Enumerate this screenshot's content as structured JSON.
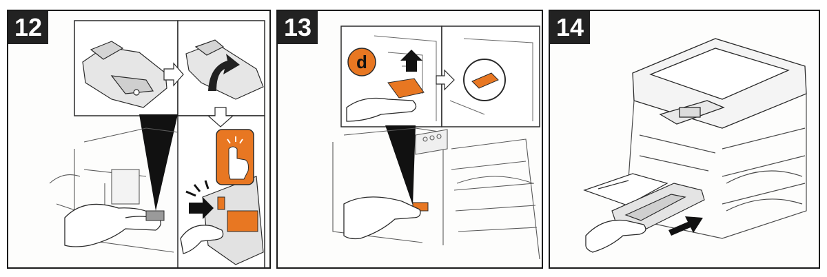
{
  "steps": [
    {
      "number": "12"
    },
    {
      "number": "13",
      "callout": "d"
    },
    {
      "number": "14"
    }
  ],
  "colors": {
    "accent": "#e87722",
    "line": "#2a2a2a",
    "badge": "#222222",
    "shadow": "#cfcfcf"
  },
  "icons": [
    "hand-icon",
    "push-arrow-icon",
    "lift-arrow-icon",
    "finger-press-icon",
    "right-arrow-icon",
    "down-arrow-icon"
  ]
}
